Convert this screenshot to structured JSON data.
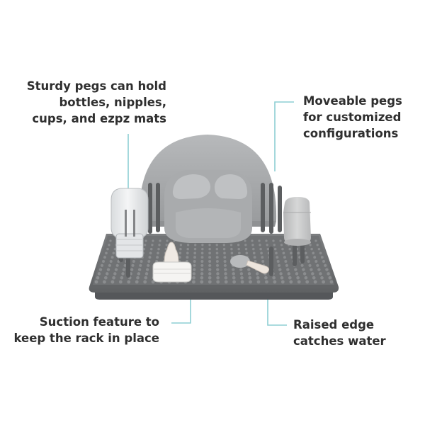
{
  "callouts": {
    "sturdy_pegs": [
      "Sturdy pegs can hold",
      "bottles, nipples,",
      "cups, and ezpz mats"
    ],
    "moveable_pegs": [
      "Moveable pegs",
      "for customized",
      "configurations"
    ],
    "suction": [
      "Suction feature to",
      "keep the rack in place"
    ],
    "raised_edge": [
      "Raised edge",
      "catches water"
    ]
  },
  "colors": {
    "leader_line": "#8ecfd3",
    "rack": "#6f7173",
    "mat": "#a3a5a7",
    "cup": "#c9caca",
    "text": "#2f2f2f"
  },
  "icons": [
    "drying-rack-illustration",
    "glass-bottle-icon",
    "cup-icon",
    "nipple-icon",
    "spoon-icon",
    "mini-mat-icon"
  ]
}
